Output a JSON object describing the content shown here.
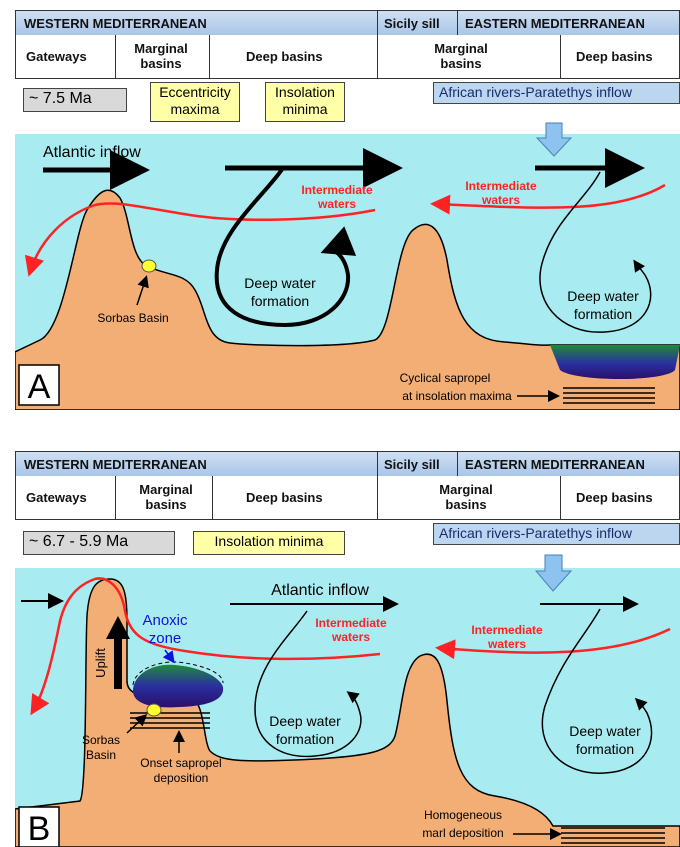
{
  "panel_a": {
    "header": {
      "western": "WESTERN MEDITERRANEAN",
      "sill": "Sicily sill",
      "eastern": "EASTERN MEDITERRANEAN"
    },
    "subheader": {
      "gateways": "Gateways",
      "marginal_w_1": "Marginal",
      "marginal_w_2": "basins",
      "deep_w": "Deep basins",
      "marginal_e_1": "Marginal",
      "marginal_e_2": "basins",
      "deep_e": "Deep basins"
    },
    "age": "~ 7.5 Ma",
    "tag1_line1": "Eccentricity",
    "tag1_line2": "maxima",
    "tag2_line1": "Insolation",
    "tag2_line2": "minima",
    "rivers": "African rivers-Paratethys inflow",
    "atlantic": "Atlantic inflow",
    "intermediate_1": "Intermediate",
    "intermediate_2": "waters",
    "deep_1": "Deep water",
    "deep_2": "formation",
    "sorbas": "Sorbas Basin",
    "sapropel_1": "Cyclical sapropel",
    "sapropel_2": "at insolation maxima",
    "letter": "A"
  },
  "panel_b": {
    "header": {
      "western": "WESTERN MEDITERRANEAN",
      "sill": "Sicily sill",
      "eastern": "EASTERN MEDITERRANEAN"
    },
    "subheader": {
      "gateways": "Gateways",
      "marginal_w_1": "Marginal",
      "marginal_w_2": "basins",
      "deep_w": "Deep basins",
      "marginal_e_1": "Marginal",
      "marginal_e_2": "basins",
      "deep_e": "Deep basins"
    },
    "age": "~ 6.7 - 5.9 Ma",
    "tag": "Insolation minima",
    "rivers": "African rivers-Paratethys inflow",
    "atlantic": "Atlantic inflow",
    "uplift": "Uplift",
    "anoxic_1": "Anoxic",
    "anoxic_2": "zone",
    "intermediate_1": "Intermediate",
    "intermediate_2": "waters",
    "deep_1": "Deep water",
    "deep_2": "formation",
    "sorbas_1": "Sorbas",
    "sorbas_2": "Basin",
    "onset_1": "Onset sapropel",
    "onset_2": "deposition",
    "marl_1": "Homogeneous",
    "marl_2": "marl deposition",
    "letter": "B"
  },
  "colors": {
    "water": "#a8ecf2",
    "land": "#f3ae76",
    "red_arrow": "#ff2222",
    "river_arrow": "#8fc3ef",
    "anoxic_label": "#1111dd"
  }
}
